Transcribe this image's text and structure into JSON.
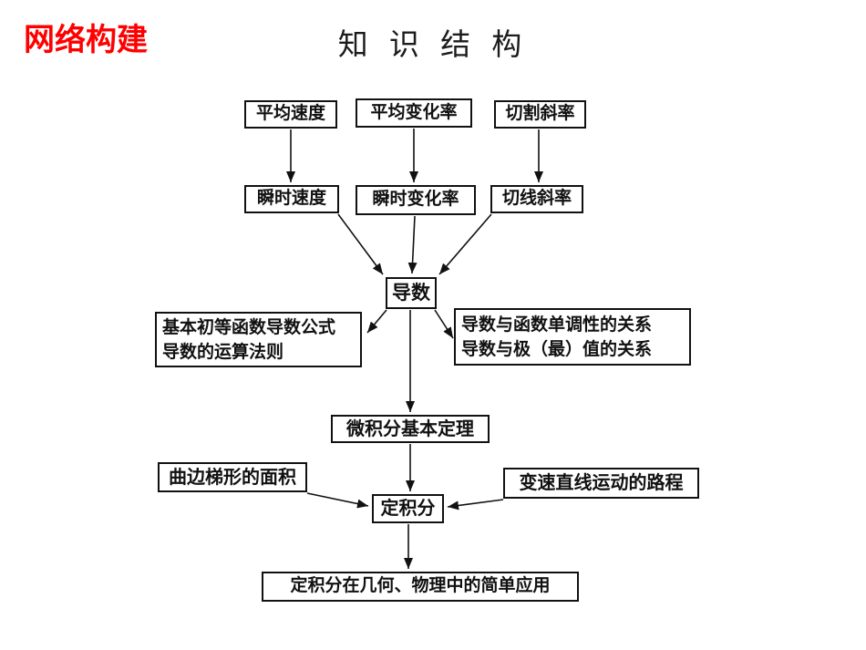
{
  "header": {
    "badge": "网络构建",
    "title": "知 识 结 构"
  },
  "colors": {
    "badge_red": "#ff0000",
    "text": "#111111",
    "background": "#ffffff"
  },
  "diagram": {
    "nodes": {
      "avg_speed": "平均速度",
      "avg_rate": "平均变化率",
      "secant_slope": "切割斜率",
      "inst_speed": "瞬时速度",
      "inst_rate": "瞬时变化率",
      "tangent_slope": "切线斜率",
      "derivative": "导数",
      "formulas_line1": "基本初等函数导数公式",
      "formulas_line2": "导数的运算法则",
      "relations_line1": "导数与函数单调性的关系",
      "relations_line2": "导数与极（最）值的关系",
      "ftc": "微积分基本定理",
      "curved_trapezoid": "曲边梯形的面积",
      "variable_speed": "变速直线运动的路程",
      "definite_integral": "定积分",
      "applications": "定积分在几何、物理中的简单应用"
    },
    "edges": [
      {
        "from": "avg_speed",
        "to": "inst_speed"
      },
      {
        "from": "avg_rate",
        "to": "inst_rate"
      },
      {
        "from": "secant_slope",
        "to": "tangent_slope"
      },
      {
        "from": "inst_speed",
        "to": "derivative"
      },
      {
        "from": "inst_rate",
        "to": "derivative"
      },
      {
        "from": "tangent_slope",
        "to": "derivative"
      },
      {
        "from": "derivative",
        "to": "formulas"
      },
      {
        "from": "derivative",
        "to": "relations"
      },
      {
        "from": "derivative",
        "to": "ftc"
      },
      {
        "from": "ftc",
        "to": "definite_integral"
      },
      {
        "from": "curved_trapezoid",
        "to": "definite_integral"
      },
      {
        "from": "variable_speed",
        "to": "definite_integral"
      },
      {
        "from": "definite_integral",
        "to": "applications"
      }
    ]
  }
}
